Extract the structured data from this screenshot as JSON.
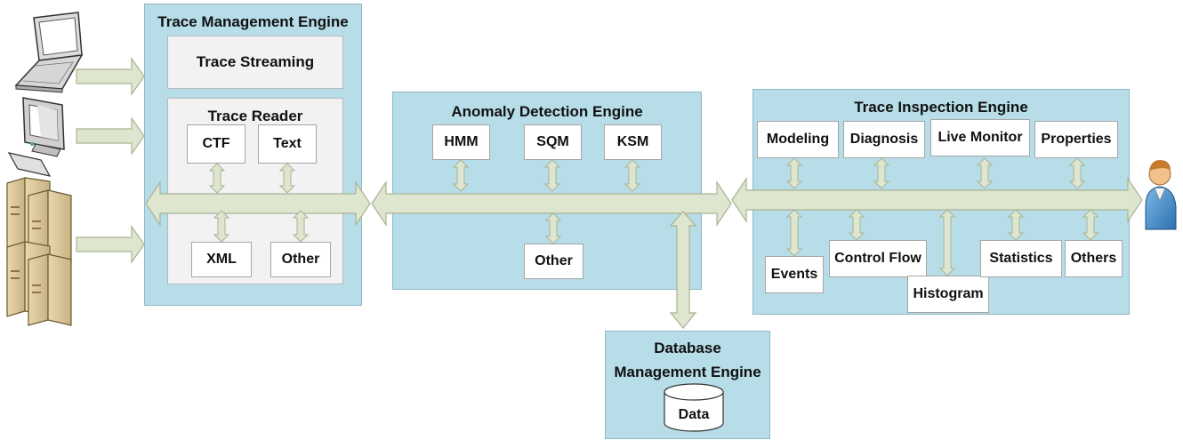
{
  "trace_management": {
    "title": "Trace Management Engine",
    "streaming": "Trace Streaming",
    "reader": {
      "title": "Trace Reader",
      "formats": [
        "CTF",
        "Text",
        "XML",
        "Other"
      ]
    }
  },
  "anomaly_detection": {
    "title": "Anomaly Detection Engine",
    "methods": [
      "HMM",
      "SQM",
      "KSM"
    ],
    "other": "Other"
  },
  "trace_inspection": {
    "title": "Trace Inspection Engine",
    "top": [
      "Modeling",
      "Diagnosis",
      "Live Monitor",
      "Properties"
    ],
    "bottom": [
      "Events",
      "Control Flow",
      "Histogram",
      "Statistics",
      "Others"
    ]
  },
  "database": {
    "title_line1": "Database",
    "title_line2": "Management Engine",
    "store": "Data"
  },
  "colors": {
    "engine_fill": "#b7dde8",
    "arrow_fill": "#dfe6d0",
    "arrow_stroke": "#a9b393"
  },
  "icons": [
    "laptop-icon",
    "desktop-computer-icon",
    "server-rack-icon",
    "user-icon"
  ]
}
